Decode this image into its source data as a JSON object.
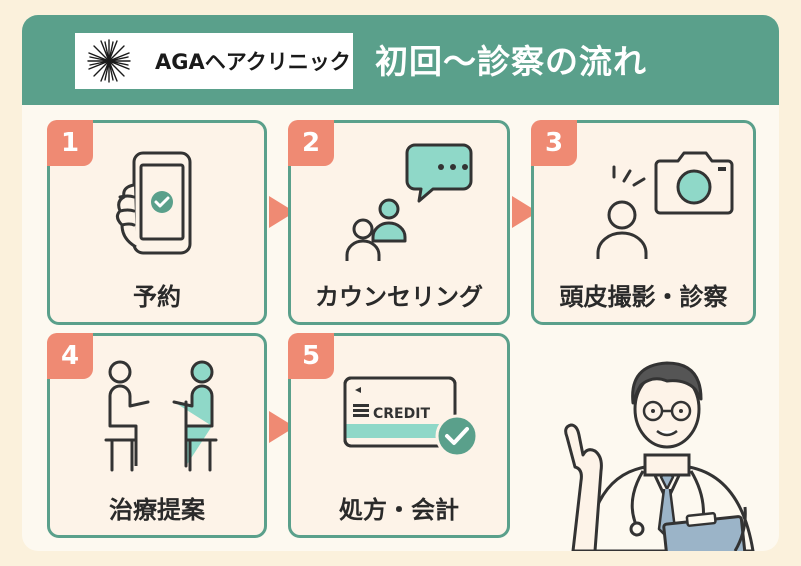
{
  "header": {
    "logo_text": "AGAヘアクリニック",
    "title": "初回〜診察の流れ"
  },
  "steps": [
    {
      "number": "1",
      "label": "予約"
    },
    {
      "number": "2",
      "label": "カウンセリング"
    },
    {
      "number": "3",
      "label": "頭皮撮影・診察"
    },
    {
      "number": "4",
      "label": "治療提案"
    },
    {
      "number": "5",
      "label": "処方・会計"
    }
  ],
  "card_text": "CREDIT",
  "colors": {
    "teal": "#5aa08b",
    "mint": "#8fd8c8",
    "coral": "#ef8a73",
    "card_bg": "#fdf3e8",
    "page_bg": "#fbf1dc"
  }
}
